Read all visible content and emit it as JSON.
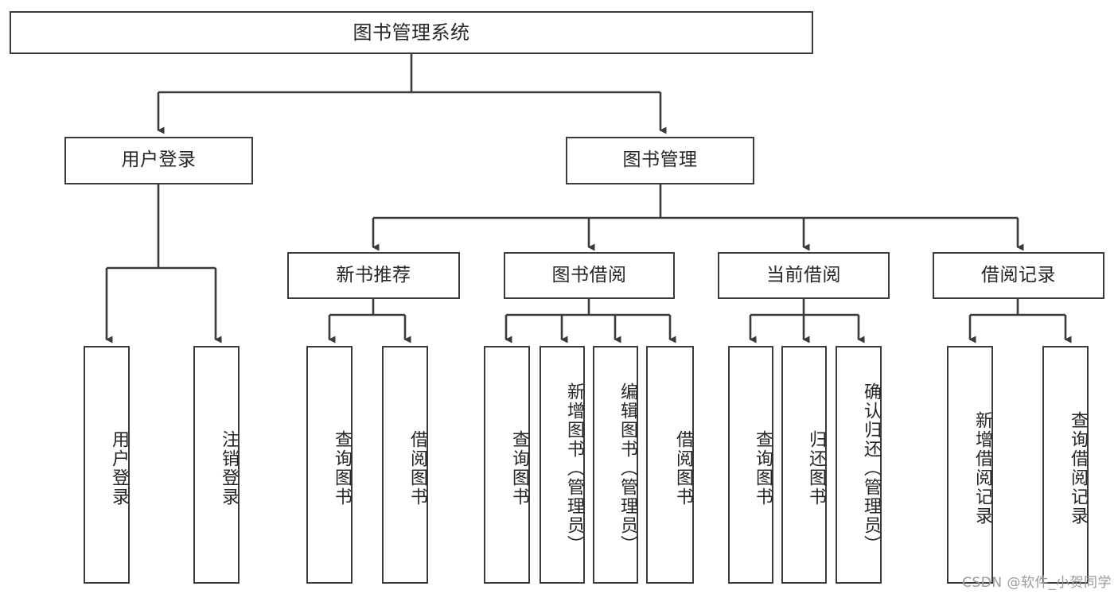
{
  "diagram": {
    "type": "tree-hierarchy",
    "title": "图书管理系统",
    "root": {
      "label": "图书管理系统"
    },
    "level2": [
      {
        "label": "用户登录"
      },
      {
        "label": "图书管理"
      }
    ],
    "level3": [
      {
        "label": "新书推荐"
      },
      {
        "label": "图书借阅"
      },
      {
        "label": "当前借阅"
      },
      {
        "label": "借阅记录"
      }
    ],
    "leaves": {
      "user_login": [
        {
          "label": "用户登录"
        },
        {
          "label": "注销登录"
        }
      ],
      "new_book_recommend": [
        {
          "label": "查询图书"
        },
        {
          "label": "借阅图书"
        }
      ],
      "book_borrow": [
        {
          "label": "查询图书"
        },
        {
          "label": "新增图书（管理员）"
        },
        {
          "label": "编辑图书（管理员）"
        },
        {
          "label": "借阅图书"
        }
      ],
      "current_borrow": [
        {
          "label": "查询图书"
        },
        {
          "label": "归还图书"
        },
        {
          "label": "确认归还（管理员）"
        }
      ],
      "borrow_record": [
        {
          "label": "新增借阅记录"
        },
        {
          "label": "查询借阅记录"
        }
      ]
    }
  },
  "watermark": {
    "text": "CSDN @软件_小贺同学"
  },
  "colors": {
    "stroke": "#3b3b3b",
    "text": "#262626",
    "background": "#ffffff",
    "watermark": "#9a9a9a"
  }
}
